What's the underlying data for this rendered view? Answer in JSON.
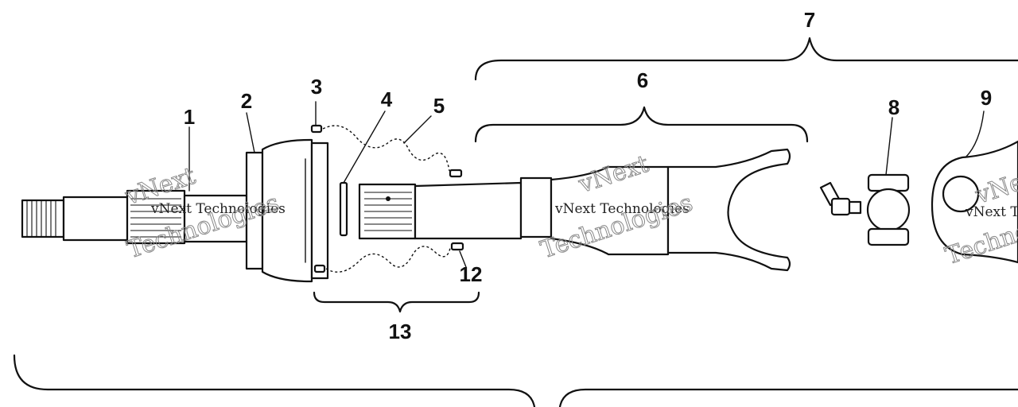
{
  "callouts": {
    "c1": "1",
    "c2": "2",
    "c3": "3",
    "c4": "4",
    "c5": "5",
    "c6": "6",
    "c7": "7",
    "c8": "8",
    "c9": "9",
    "c12": "12",
    "c13": "13"
  },
  "watermark": {
    "line1": "vNext Technologies",
    "outline1": "vNext",
    "outline2": "Technologies"
  },
  "colors": {
    "ink": "#111111",
    "background": "#ffffff"
  }
}
